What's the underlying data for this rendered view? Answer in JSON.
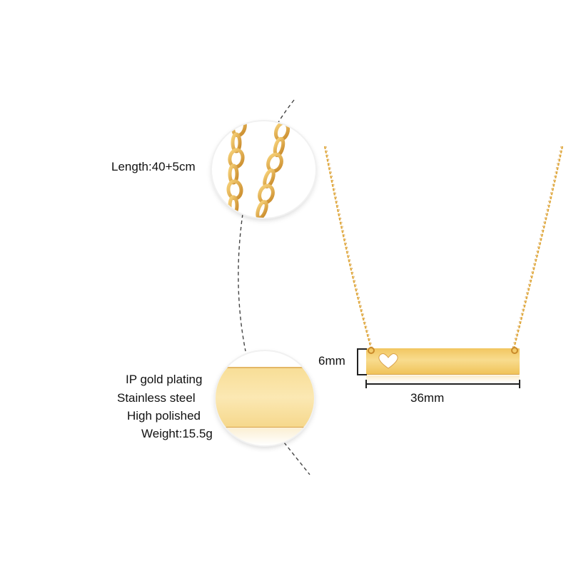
{
  "product": {
    "type": "bar necklace with heart cutout",
    "colors": {
      "gold": "#E8B24A",
      "gold_dark": "#C98A2A",
      "bar_fill": "#F4CF72",
      "bar_highlight": "#FBE7A8",
      "dash": "#444444"
    }
  },
  "callouts": {
    "chain": {
      "length_label": "Length:40+5cm"
    },
    "material": {
      "lines": [
        "IP gold plating",
        "Stainless steel",
        "High polished",
        "Weight:15.5g"
      ]
    }
  },
  "dimensions": {
    "height_label": "6mm",
    "width_label": "36mm"
  }
}
